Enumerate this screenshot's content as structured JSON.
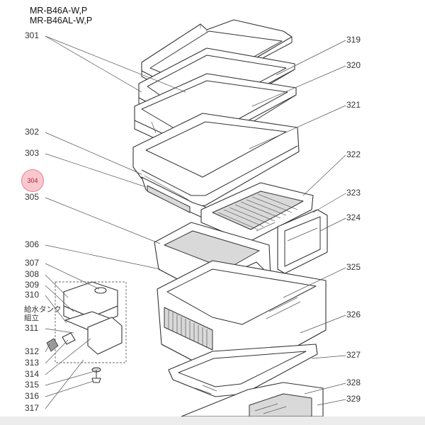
{
  "header": {
    "model_1": "MR-B46A-W,P",
    "model_2": "MR-B46AL-W,P"
  },
  "labels": {
    "l301": "301",
    "l302": "302",
    "l303": "303",
    "l305": "305",
    "l306": "306",
    "l307": "307",
    "l308": "308",
    "l309": "309",
    "l310": "310",
    "tank_1": "給水タンク",
    "tank_2": "組立",
    "l311": "311",
    "l312": "312",
    "l313": "313",
    "l314": "314",
    "l315": "315",
    "l316": "316",
    "l317": "317",
    "l319": "319",
    "l320": "320",
    "l321": "321",
    "l322": "322",
    "l323": "323",
    "l324": "324",
    "l325": "325",
    "l326": "326",
    "l327": "327",
    "l328": "328",
    "l329": "329"
  },
  "hotspot": {
    "label": "304",
    "color": "#f06e82"
  }
}
